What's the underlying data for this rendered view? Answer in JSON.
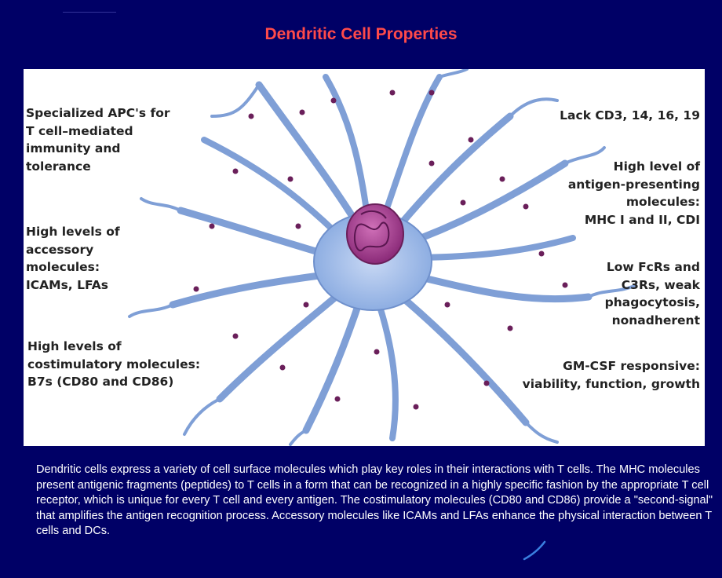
{
  "slide": {
    "title": "Dendritic Cell Properties"
  },
  "diagram": {
    "left_labels": [
      "Specialized APC's for\nT cell–mediated\nimmunity and\ntolerance",
      "High levels of\naccessory\nmolecules:\nICAMs, LFAs",
      "High levels of\ncostimulatory molecules:\nB7s (CD80 and CD86)"
    ],
    "right_labels": [
      "Lack CD3, 14, 16, 19",
      "High level of\nantigen-presenting\nmolecules:\nMHC I and II, CDI",
      "Low FcRs and\nC3Rs, weak\nphagocytosis,\nnonadherent",
      "GM-CSF responsive:\nviability, function, growth"
    ]
  },
  "caption": {
    "text": "Dendritic cells express a variety of cell surface molecules which play key roles in their interactions with T cells. The MHC molecules present antigenic fragments (peptides) to T cells in a form that can be recognized in a highly specific fashion by the appropriate T cell receptor, which is unique for every T cell and every antigen. The costimulatory molecules (CD80 and CD86) provide a \"second-signal\" that amplifies the antigen recognition process. Accessory molecules like ICAMs and LFAs enhance the physical interaction between T cells and DCs."
  },
  "colors": {
    "background": "#000066",
    "title": "#ff4a4a",
    "cell_body": "#a8c4ec",
    "cell_outline": "#5b7fc0",
    "nucleus": "#9b3a8a",
    "dots": "#6a1f5a"
  }
}
